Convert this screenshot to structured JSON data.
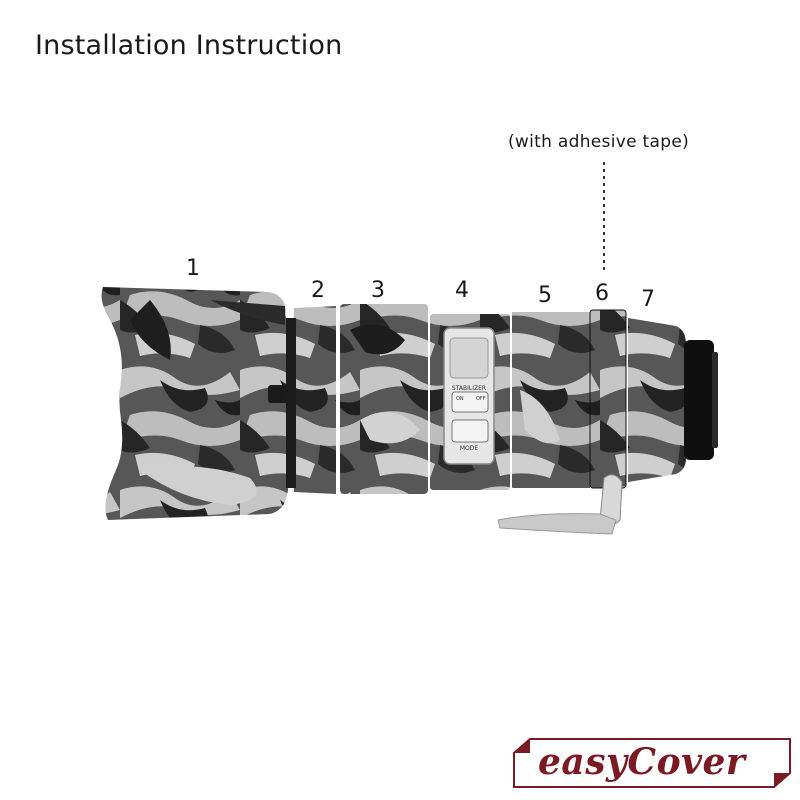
{
  "title": "Installation Instruction",
  "tape_note": "(with adhesive tape)",
  "part_numbers": [
    "1",
    "2",
    "3",
    "4",
    "5",
    "6",
    "7"
  ],
  "brand": {
    "name": "easyCover",
    "color": "#7a1a22"
  },
  "lens_labels": {
    "stabilizer": "STABILIZER",
    "mode": "MODE",
    "on": "ON",
    "off": "OFF"
  },
  "colors": {
    "camo_dark": "#2b2b2b",
    "camo_mid": "#595959",
    "camo_light": "#bdbdbd",
    "mount_black": "#0f0f0f",
    "foot_gray": "#c9c9c9"
  }
}
